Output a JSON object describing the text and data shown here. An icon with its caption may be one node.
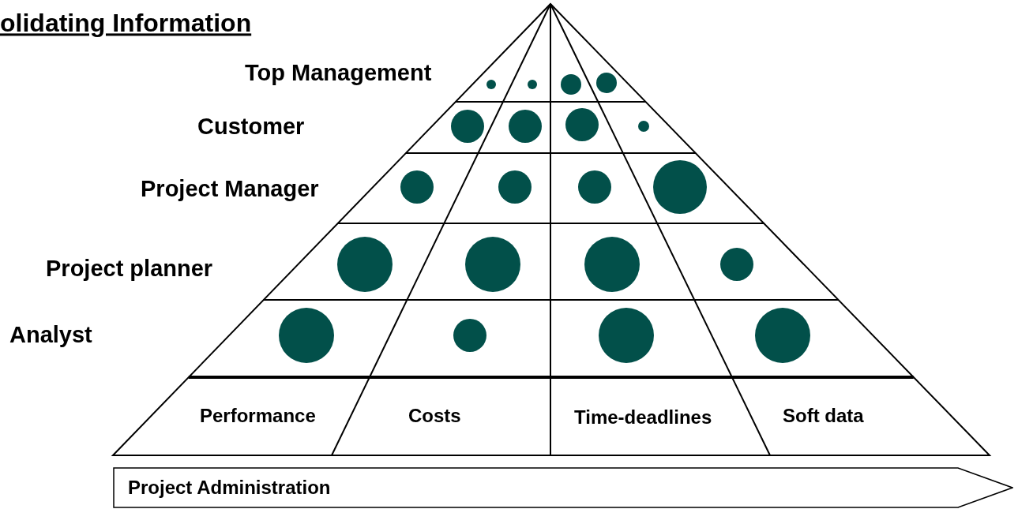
{
  "diagram": {
    "title": "olidating Information",
    "nodes": [
      {
        "text": [
          "Project Administration"
        ]
      }
    ],
    "edges": [],
    "labels": [
      "Top Management",
      "Customer",
      "Project Manager",
      "Project planner",
      "Analyst",
      "Performance",
      "Costs",
      "Time-deadlines",
      "Soft data"
    ]
  }
}
